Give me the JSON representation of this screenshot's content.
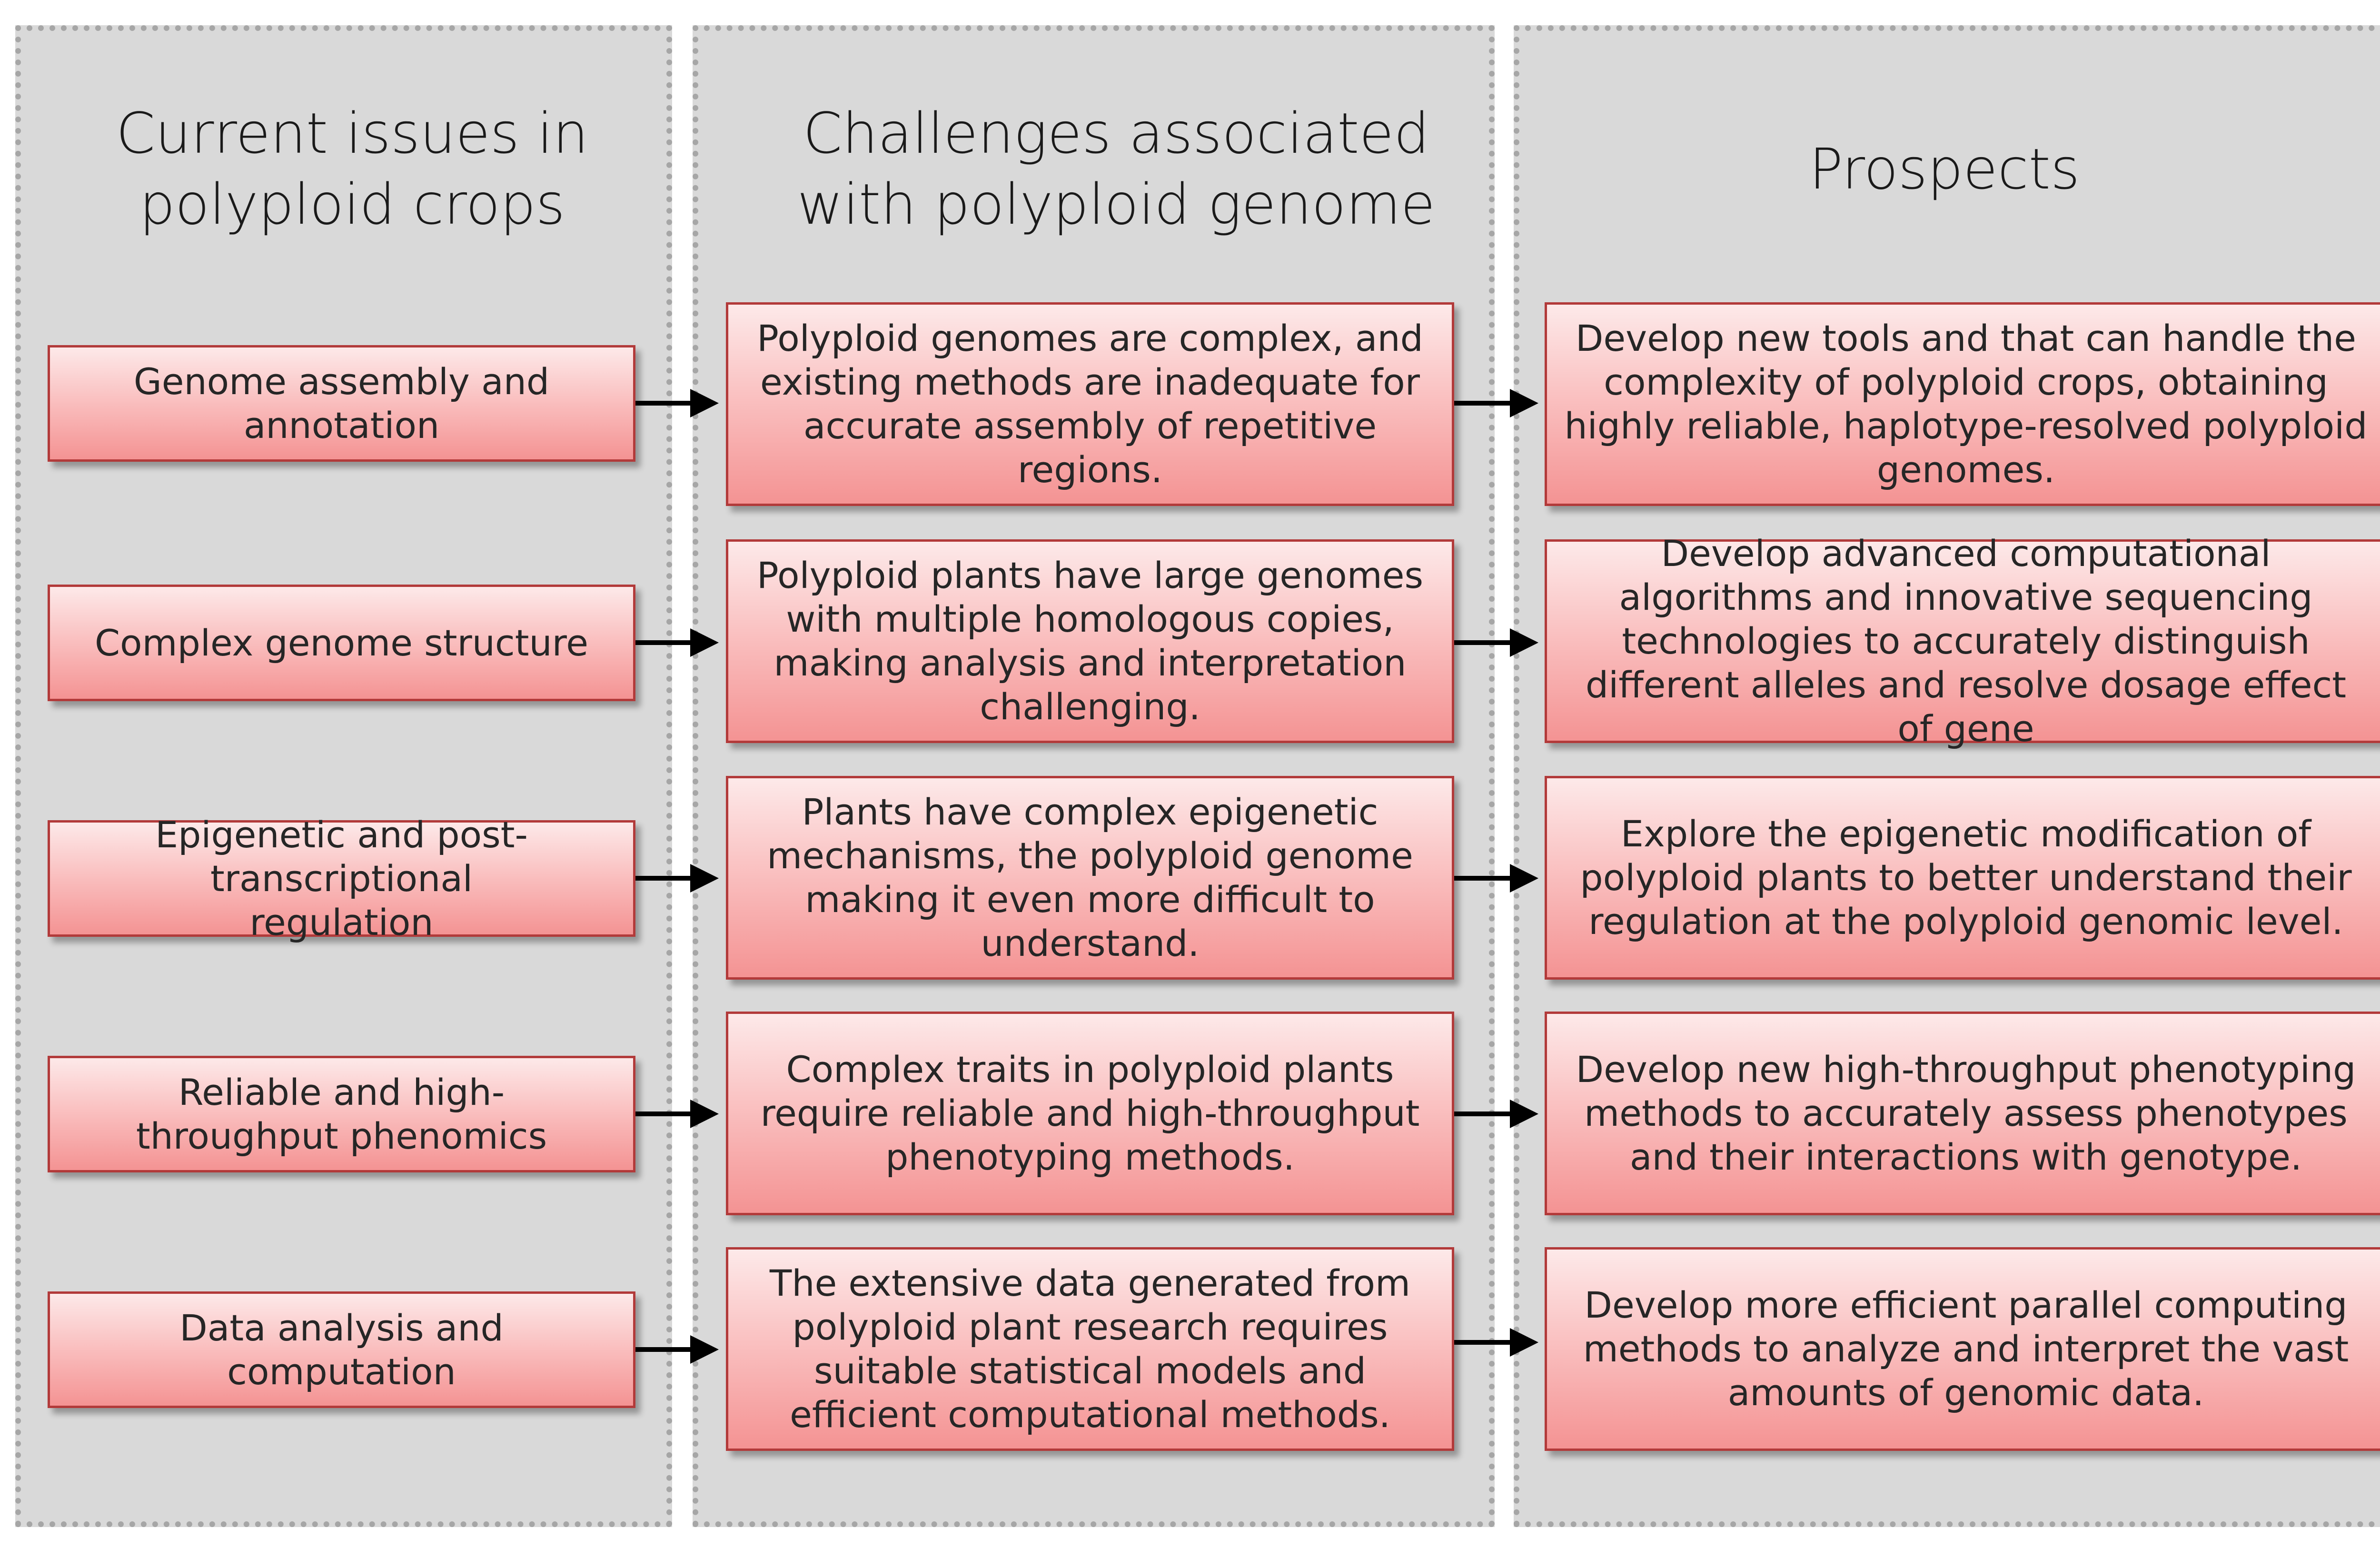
{
  "columns": [
    {
      "title": "Current issues in polyploid crops"
    },
    {
      "title": "Challenges associated with polyploid genome"
    },
    {
      "title": "Prospects"
    }
  ],
  "rows": [
    {
      "issue": "Genome assembly and annotation",
      "challenge": "Polyploid genomes are complex, and existing methods are inadequate for accurate assembly of repetitive regions.",
      "prospect": "Develop new tools and that can handle the complexity of polyploid crops, obtaining highly reliable, haplotype-resolved polyploid genomes."
    },
    {
      "issue": "Complex genome structure",
      "challenge": "Polyploid plants have large genomes with multiple homologous copies, making analysis and interpretation challenging.",
      "prospect": "Develop advanced computational algorithms and innovative sequencing technologies to accurately distinguish different alleles and resolve dosage effect of gene"
    },
    {
      "issue": "Epigenetic and post-transcriptional regulation",
      "challenge": "Plants have complex epigenetic mechanisms, the polyploid genome making it even more difficult to understand.",
      "prospect": "Explore the epigenetic modification of polyploid plants to better understand their regulation at the polyploid genomic level."
    },
    {
      "issue": "Reliable and high-throughput phenomics",
      "challenge": "Complex traits in polyploid plants require reliable and high-throughput phenotyping methods.",
      "prospect": "Develop new high-throughput phenotyping methods to accurately assess phenotypes and their interactions with genotype."
    },
    {
      "issue": "Data analysis and computation",
      "challenge": "The extensive data generated from polyploid plant research requires suitable statistical models and efficient computational methods.",
      "prospect": "Develop more efficient parallel computing methods to analyze and interpret the vast amounts of genomic data."
    }
  ],
  "colors": {
    "panel": "#d9d9d9",
    "panel_border": "#a6a6a6",
    "box_border": "#b23a3a",
    "box_top": "#fde9e9",
    "box_bottom": "#f49393",
    "arrow": "#000000"
  }
}
